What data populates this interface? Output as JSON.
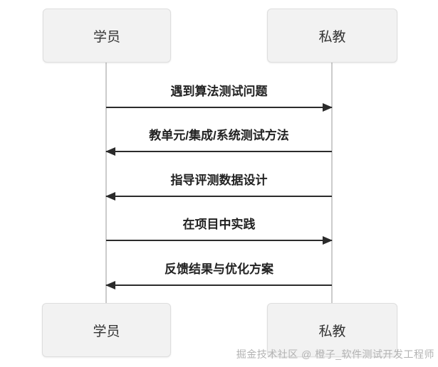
{
  "diagram": {
    "actors": {
      "left_top": "学员",
      "right_top": "私教",
      "left_bottom": "学员",
      "right_bottom": "私教"
    },
    "messages": [
      {
        "label": "遇到算法测试问题",
        "direction": "right",
        "from": "学员",
        "to": "私教"
      },
      {
        "label": "教单元/集成/系统测试方法",
        "direction": "left",
        "from": "私教",
        "to": "学员"
      },
      {
        "label": "指导评测数据设计",
        "direction": "left",
        "from": "私教",
        "to": "学员"
      },
      {
        "label": "在项目中实践",
        "direction": "right",
        "from": "学员",
        "to": "私教"
      },
      {
        "label": "反馈结果与优化方案",
        "direction": "left",
        "from": "私教",
        "to": "学员"
      }
    ],
    "watermark": "掘金技术社区 @ 橙子_软件测试开发工程师",
    "colors": {
      "background": "#ffffff",
      "box_fill": "#f2f2f2",
      "box_border": "#dedede",
      "lifeline": "#cccccc",
      "arrow": "#2b2b2b",
      "message_text": "#222222",
      "actor_text": "#333333",
      "watermark_text": "#b3b3b3"
    }
  }
}
